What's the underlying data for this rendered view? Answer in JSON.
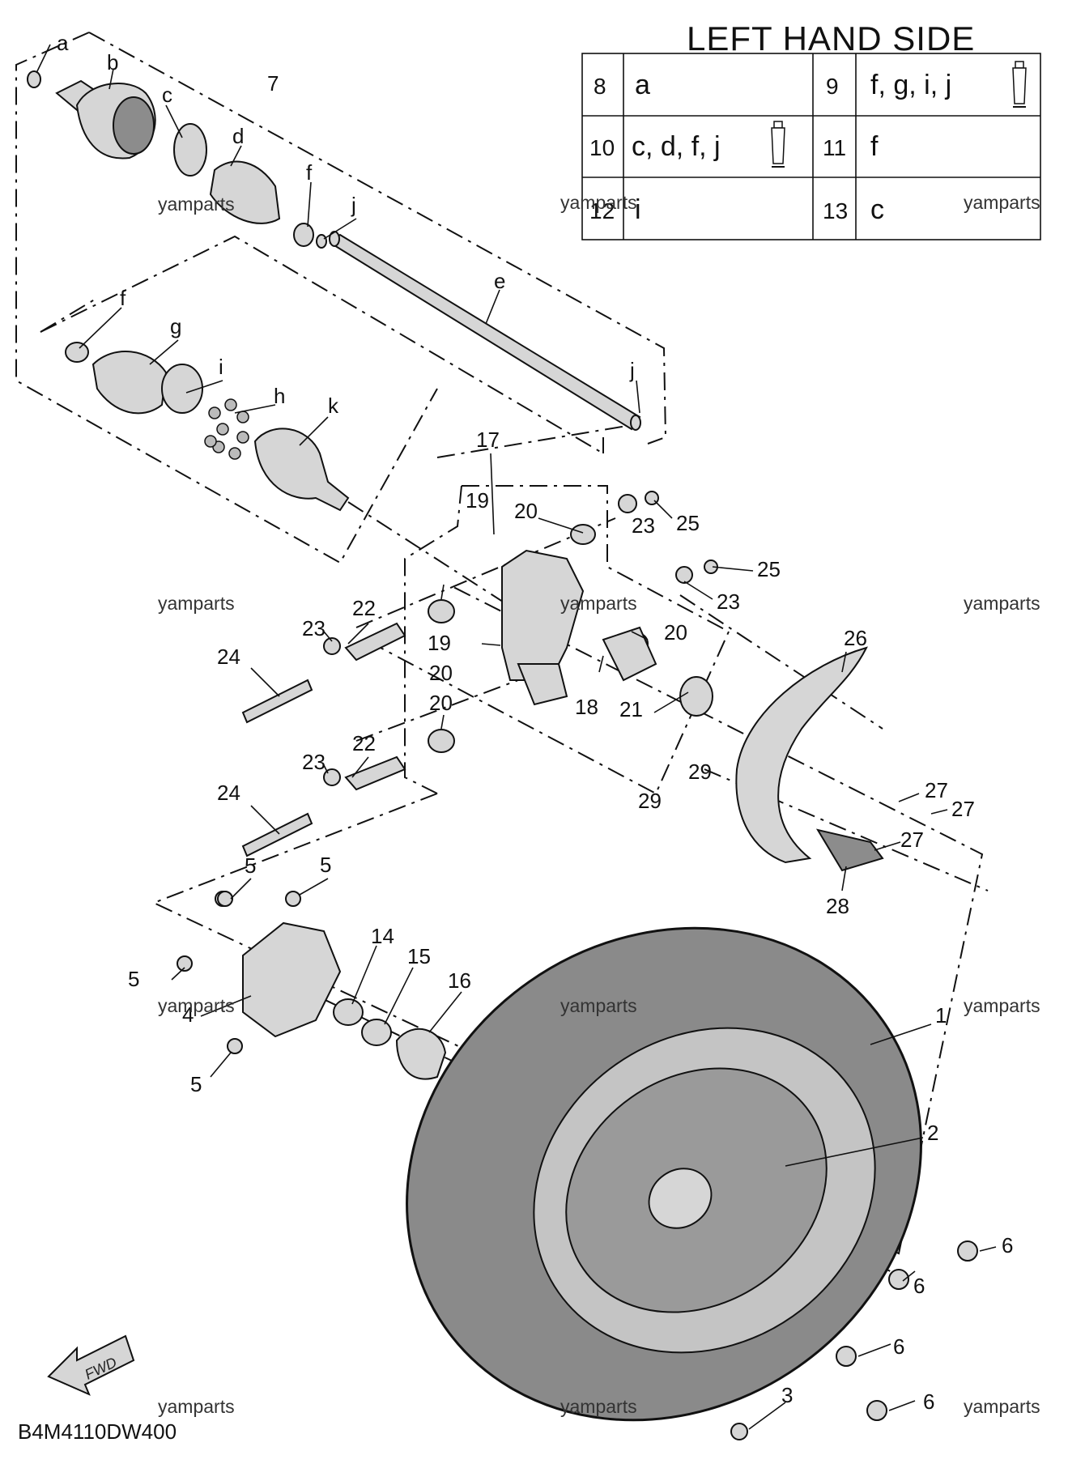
{
  "title": "LEFT HAND SIDE",
  "diagram_code": "B4M4110DW400",
  "fwd_label": "FWD",
  "watermark": "yamparts",
  "legend_table": {
    "rows": [
      [
        {
          "num": "8",
          "parts": "a",
          "grease": false
        },
        {
          "num": "9",
          "parts": "f, g, i, j",
          "grease": true
        }
      ],
      [
        {
          "num": "10",
          "parts": "c, d, f, j",
          "grease": true
        },
        {
          "num": "11",
          "parts": "f",
          "grease": false
        }
      ],
      [
        {
          "num": "12",
          "parts": "i",
          "grease": false
        },
        {
          "num": "13",
          "parts": "c",
          "grease": false
        }
      ]
    ]
  },
  "callouts": [
    "a",
    "b",
    "c",
    "d",
    "7",
    "f",
    "j",
    "e",
    "f",
    "g",
    "i",
    "h",
    "k",
    "j",
    "17",
    "19",
    "20",
    "25",
    "23",
    "25",
    "23",
    "20",
    "22",
    "23",
    "24",
    "19",
    "20",
    "18",
    "21",
    "20",
    "22",
    "23",
    "24",
    "26",
    "29",
    "27",
    "29",
    "27",
    "27",
    "28",
    "5",
    "5",
    "5",
    "4",
    "14",
    "15",
    "16",
    "5",
    "1",
    "2",
    "6",
    "6",
    "6",
    "6",
    "3"
  ]
}
